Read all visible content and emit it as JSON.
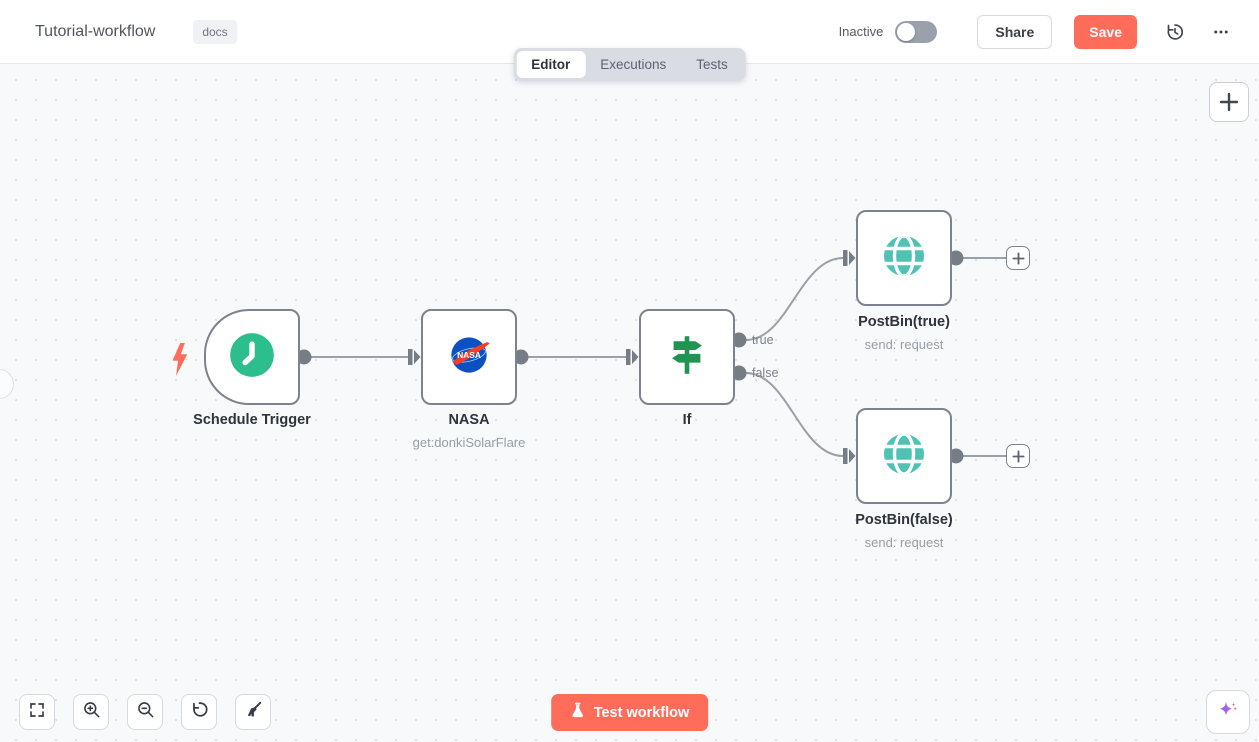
{
  "header": {
    "title": "Tutorial-workflow",
    "tag": "docs",
    "status_label": "Inactive",
    "status_active": false,
    "share_label": "Share",
    "save_label": "Save",
    "icons": [
      "history-icon",
      "ellipsis-menu-icon"
    ]
  },
  "tabs": [
    {
      "label": "Editor",
      "active": true
    },
    {
      "label": "Executions",
      "active": false
    },
    {
      "label": "Tests",
      "active": false
    }
  ],
  "canvas": {
    "nodes": [
      {
        "label": "Schedule Trigger",
        "subtitle": "",
        "type": "trigger",
        "icon": "clock-icon"
      },
      {
        "label": "NASA",
        "subtitle": "get:donkiSolarFlare",
        "type": "action",
        "icon": "nasa-logo-icon"
      },
      {
        "label": "If",
        "subtitle": "",
        "type": "action",
        "icon": "signpost-icon",
        "outputs": [
          "true",
          "false"
        ]
      },
      {
        "label": "PostBin(true)",
        "subtitle": "send: request",
        "type": "action",
        "icon": "globe-icon"
      },
      {
        "label": "PostBin(false)",
        "subtitle": "send: request",
        "type": "action",
        "icon": "globe-icon"
      }
    ],
    "if_outputs": [
      "true",
      "false"
    ],
    "controls": [
      "fit-view-icon",
      "zoom-in-icon",
      "zoom-out-icon",
      "reset-zoom-icon",
      "tidy-up-icon"
    ],
    "floating": [
      "add-node-plus-icon",
      "ai-sparkle-icon",
      "trigger-bolt-icon"
    ]
  },
  "footer": {
    "test_button_label": "Test workflow"
  },
  "colors": {
    "primary": "#ff6d5a",
    "trigger_green": "#2dbe8d",
    "if_green": "#1e9553",
    "globe_teal": "#50c2b4",
    "nasa_blue": "#0b51c1",
    "nasa_red": "#fc3d21",
    "node_border": "#7d838d",
    "wire_gray": "#9aa0a8",
    "canvas_bg": "#f8f9fb"
  }
}
